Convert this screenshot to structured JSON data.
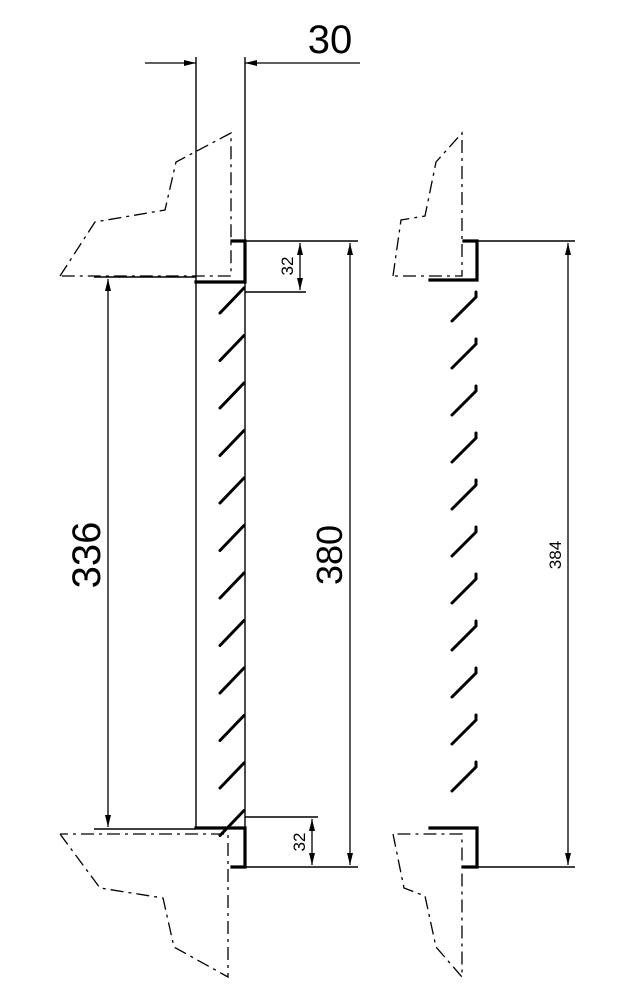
{
  "dimensions": {
    "frame_depth": "30",
    "opening_height": "336",
    "frame_height_left": "380",
    "overall_height_right": "384",
    "flange_top": "32",
    "flange_bottom": "32"
  },
  "colors": {
    "line": "#000000",
    "background": "#ffffff"
  }
}
